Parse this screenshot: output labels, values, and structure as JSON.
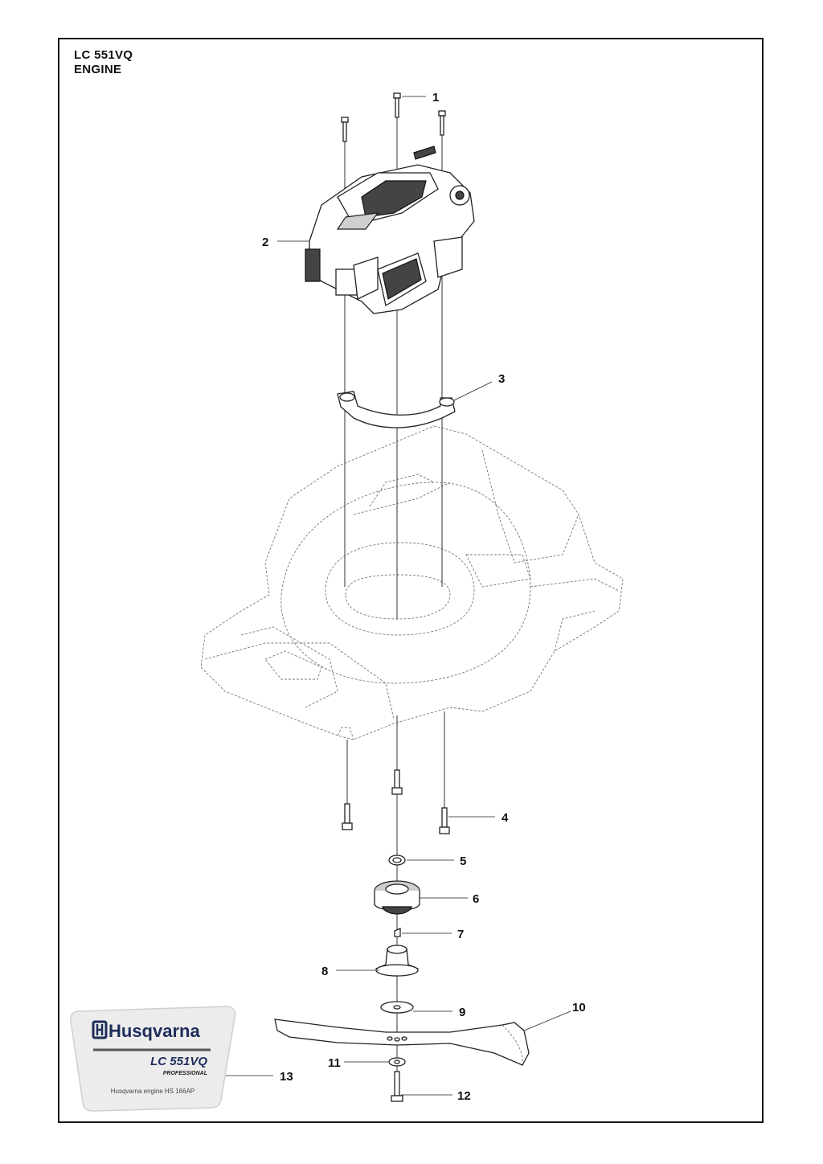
{
  "header": {
    "model": "LC 551VQ",
    "section": "ENGINE"
  },
  "callouts": [
    {
      "number": "1"
    },
    {
      "number": "2"
    },
    {
      "number": "3"
    },
    {
      "number": "4"
    },
    {
      "number": "5"
    },
    {
      "number": "6"
    },
    {
      "number": "7"
    },
    {
      "number": "8"
    },
    {
      "number": "9"
    },
    {
      "number": "10"
    },
    {
      "number": "11"
    },
    {
      "number": "12"
    },
    {
      "number": "13"
    }
  ],
  "decal": {
    "brand": "Husqvarna",
    "model": "LC 551VQ",
    "tagline": "PROFESSIONAL",
    "engine": "Husqvarna engine HS 166AP"
  }
}
